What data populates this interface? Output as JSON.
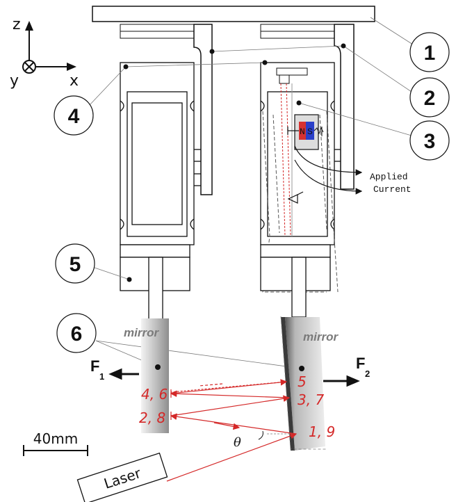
{
  "axes": {
    "z": "z",
    "y": "y",
    "x": "x"
  },
  "callouts": [
    "1",
    "2",
    "3",
    "4",
    "5",
    "6"
  ],
  "magnet": {
    "n": "N",
    "s": "S"
  },
  "applied_current": {
    "line1": "Applied",
    "line2": "Current"
  },
  "mirror_label": "mirror",
  "forces": {
    "f1": "F",
    "f1_sub": "1",
    "f2": "F",
    "f2_sub": "2"
  },
  "reflection_labels": {
    "left_top": "4, 6",
    "left_bottom": "2, 8",
    "right_top": "5",
    "right_mid": "3, 7",
    "right_bottom": "1, 9"
  },
  "angle": "θ",
  "scale_bar": "40mm",
  "laser": "Laser",
  "colors": {
    "beam": "#d42828",
    "magnet_n": "#d63131",
    "magnet_s": "#2a3fc9"
  }
}
